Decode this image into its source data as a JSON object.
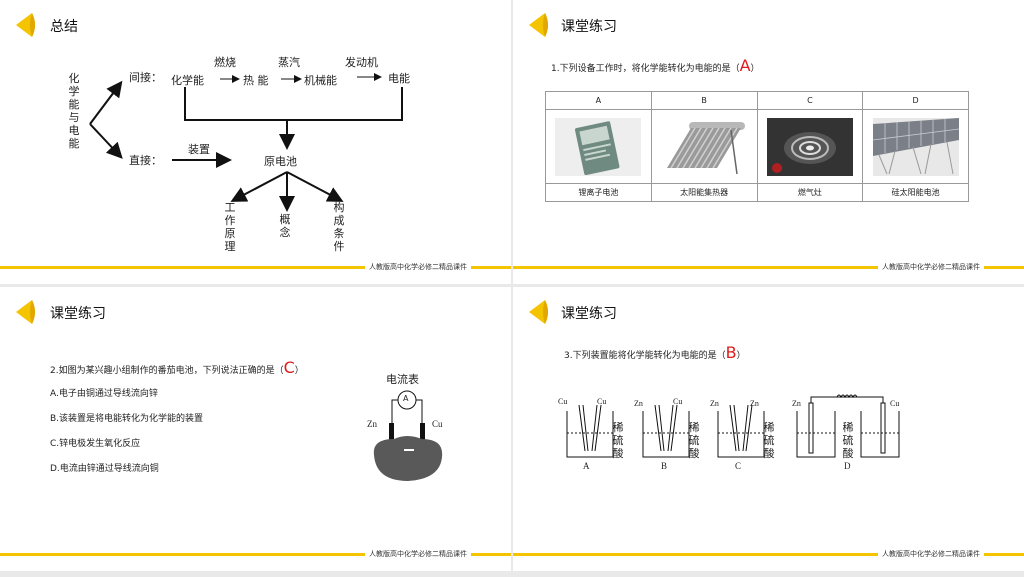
{
  "slide1": {
    "title": "总结",
    "footer": "人教版高中化学必修二精品课件",
    "left_label": [
      "化",
      "学",
      "能",
      "与",
      "电",
      "能"
    ],
    "indirect": "间接：",
    "direct": "直接：",
    "chain": [
      "化学能",
      "热 能",
      "机械能",
      "电能"
    ],
    "conditions": [
      "燃烧",
      "蒸汽",
      "发动机"
    ],
    "device": "装置",
    "cell": "原电池",
    "branches": [
      [
        "工",
        "作",
        "原",
        "理"
      ],
      [
        "概",
        "念"
      ],
      [
        "构",
        "成",
        "条",
        "件"
      ]
    ]
  },
  "slide2": {
    "title": "课堂练习",
    "footer": "人教版高中化学必修二精品课件",
    "question": "1.下列设备工作时，将化学能转化为电能的是（",
    "answer": "A",
    "close": "）",
    "options": [
      {
        "letter": "A",
        "name": "锂离子电池",
        "icon": "lithium-battery-icon"
      },
      {
        "letter": "B",
        "name": "太阳能集热器",
        "icon": "solar-water-heater-icon"
      },
      {
        "letter": "C",
        "name": "燃气灶",
        "icon": "gas-stove-icon"
      },
      {
        "letter": "D",
        "name": "硅太阳能电池",
        "icon": "solar-panel-icon"
      }
    ]
  },
  "slide3": {
    "title": "课堂练习",
    "footer": "人教版高中化学必修二精品课件",
    "question": "2.如图为某兴趣小组制作的番茄电池，下列说法正确的是（",
    "answer": "C",
    "close": "）",
    "choices": [
      "A.电子由铜通过导线流向锌",
      "B.该装置是将电能转化为化学能的装置",
      "C.锌电极发生氧化反应",
      "D.电流由锌通过导线流向铜"
    ],
    "figure": {
      "meter_label": "电流表",
      "meter_symbol": "A",
      "left_electrode": "Zn",
      "right_electrode": "Cu"
    }
  },
  "slide4": {
    "title": "课堂练习",
    "footer": "人教版高中化学必修二精品课件",
    "question": "3.下列装置能将化学能转化为电能的是（",
    "answer": "B",
    "close": "）",
    "acid": [
      "稀",
      "硫",
      "酸"
    ],
    "setups": [
      {
        "letter": "A",
        "left": "Cu",
        "right": "Cu"
      },
      {
        "letter": "B",
        "left": "Zn",
        "right": "Cu"
      },
      {
        "letter": "C",
        "left": "Zn",
        "right": "Zn"
      },
      {
        "letter": "D",
        "left": "Zn",
        "right": "Cu"
      }
    ]
  }
}
